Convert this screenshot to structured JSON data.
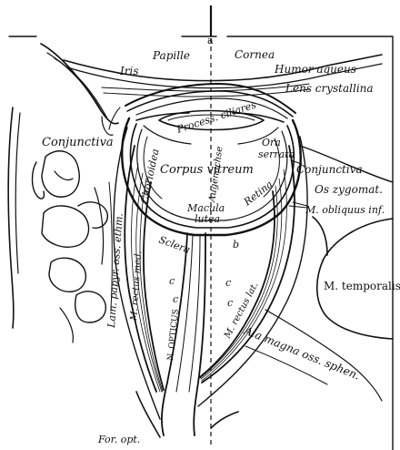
{
  "figure": {
    "colors": {
      "ink": "#111111",
      "paper": "#ffffff"
    },
    "labels": {
      "axis_top": "a",
      "papille": "Papille",
      "cornea": "Cornea",
      "iris": "Iris",
      "humor_aqueus": "Humor aqueus",
      "lens": "Lens crystallina",
      "proc_ciliares": "Process. ciliares",
      "ora_serrata_1": "Ora",
      "ora_serrata_2": "serrata",
      "conjunctiva_left": "Conjunctiva",
      "conjunctiva_right": "Conjunctiva",
      "chorioidea": "Chorioidea",
      "corpus_vitreum": "Corpus vitreum",
      "augenachse": "Augenachse",
      "os_zygomat": "Os zygomat.",
      "retina": "Retina",
      "macula": "Macula",
      "lutea": "lutea",
      "m_obliquus": "M. obliquus inf.",
      "sclera": "Sclera",
      "b": "b",
      "c1": "c",
      "c2": "c",
      "c3": "c",
      "c4": "c",
      "lam_papyr": "Lam. papyr. oss. ethm.",
      "m_rectus_med": "M. rectus med.",
      "n_opticus": "N. OPTICUS",
      "m_rectus_lat": "M. rectus lat.",
      "m_temporalis": "M. temporalis",
      "ala_magna": "Ala magna oss. sphen.",
      "for_opt": "For. opt."
    }
  }
}
